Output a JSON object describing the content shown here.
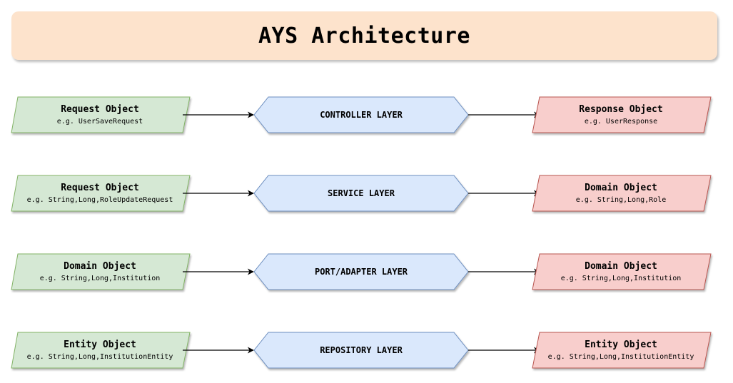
{
  "title": "AYS Architecture",
  "colors": {
    "title_bg": "#fde3cc",
    "input_fill": "#d5e8d4",
    "input_stroke": "#82b366",
    "layer_fill": "#dae8fc",
    "layer_stroke": "#6c8ebf",
    "output_fill": "#f8cecc",
    "output_stroke": "#b85450"
  },
  "rows": [
    {
      "input": {
        "title": "Request Object",
        "subtitle": "e.g. UserSaveRequest"
      },
      "layer": {
        "label": "CONTROLLER LAYER"
      },
      "output": {
        "title": "Response Object",
        "subtitle": "e.g. UserResponse"
      }
    },
    {
      "input": {
        "title": "Request Object",
        "subtitle": "e.g. String,Long,RoleUpdateRequest"
      },
      "layer": {
        "label": "SERVICE LAYER"
      },
      "output": {
        "title": "Domain Object",
        "subtitle": "e.g. String,Long,Role"
      }
    },
    {
      "input": {
        "title": "Domain Object",
        "subtitle": "e.g. String,Long,Institution"
      },
      "layer": {
        "label": "PORT/ADAPTER LAYER"
      },
      "output": {
        "title": "Domain Object",
        "subtitle": "e.g. String,Long,Institution"
      }
    },
    {
      "input": {
        "title": "Entity Object",
        "subtitle": "e.g. String,Long,InstitutionEntity"
      },
      "layer": {
        "label": "REPOSITORY LAYER"
      },
      "output": {
        "title": "Entity Object",
        "subtitle": "e.g. String,Long,InstitutionEntity"
      }
    }
  ]
}
